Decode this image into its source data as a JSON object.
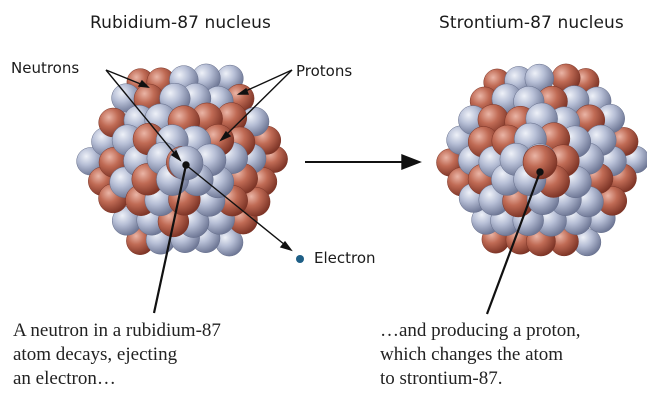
{
  "titles": {
    "left": "Rubidium-87 nucleus",
    "right": "Strontium-87 nucleus"
  },
  "labels": {
    "neutrons": "Neutrons",
    "protons": "Protons",
    "electron": "Electron"
  },
  "captions": {
    "left": [
      "A neutron in a rubidium-87",
      "atom decays, ejecting",
      "an electron…"
    ],
    "right": [
      "…and producing a proton,",
      "which changes the atom",
      "to strontium-87."
    ]
  },
  "colors": {
    "proton": "#b9614e",
    "neutron": "#a7b0c9",
    "electron": "#1e5f86",
    "line": "#111111"
  }
}
